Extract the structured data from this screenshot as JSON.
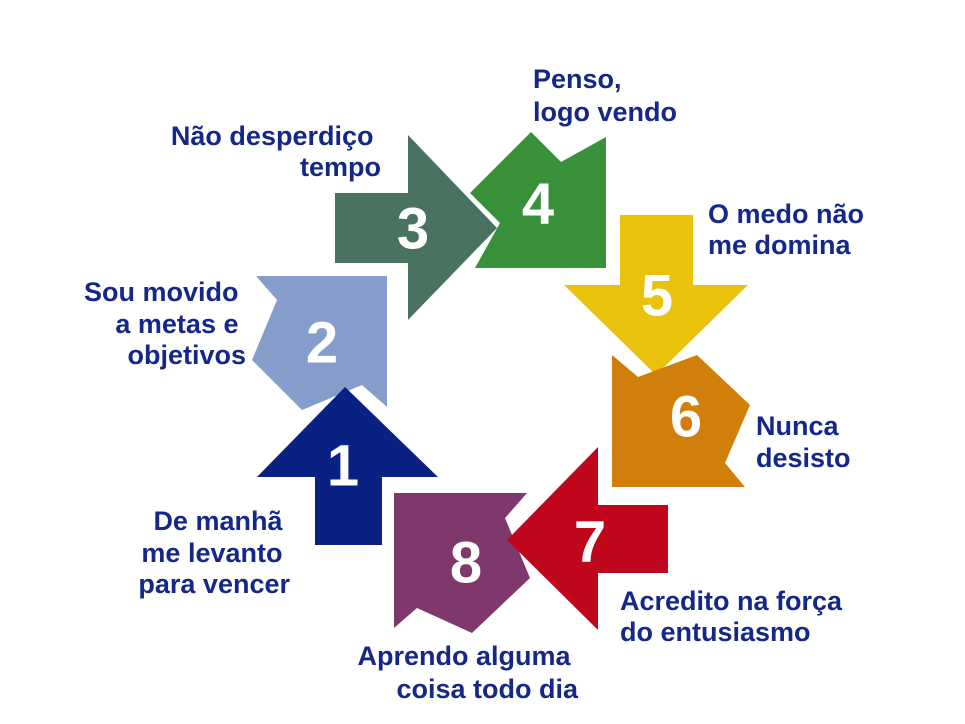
{
  "steps": [
    {
      "number": "1",
      "label": [
        "De manhã",
        "me levanto",
        "para vencer"
      ],
      "color": "#0a2184",
      "icon": "arrow-up"
    },
    {
      "number": "2",
      "label": [
        "Sou movido",
        "a metas e",
        "objetivos"
      ],
      "color": "#869dcc",
      "icon": "arrow-up-right"
    },
    {
      "number": "3",
      "label": [
        "Não desperdiço",
        "tempo"
      ],
      "color": "#4a7261",
      "icon": "arrow-right"
    },
    {
      "number": "4",
      "label": [
        "Penso,",
        "logo vendo"
      ],
      "color": "#39903b",
      "icon": "arrow-down-right"
    },
    {
      "number": "5",
      "label": [
        "O medo não",
        "me domina"
      ],
      "color": "#e9c20b",
      "icon": "arrow-down"
    },
    {
      "number": "6",
      "label": [
        "Nunca",
        "desisto"
      ],
      "color": "#d07f0b",
      "icon": "arrow-down-left"
    },
    {
      "number": "7",
      "label": [
        "Acredito na força",
        "do entusiasmo"
      ],
      "color": "#c0061c",
      "icon": "arrow-left"
    },
    {
      "number": "8",
      "label": [
        "Aprendo alguma",
        "coisa todo dia"
      ],
      "color": "#7f386c",
      "icon": "arrow-up-left"
    }
  ],
  "colors": {
    "caption_text": "#16278a",
    "number_text": "#ffffff"
  }
}
